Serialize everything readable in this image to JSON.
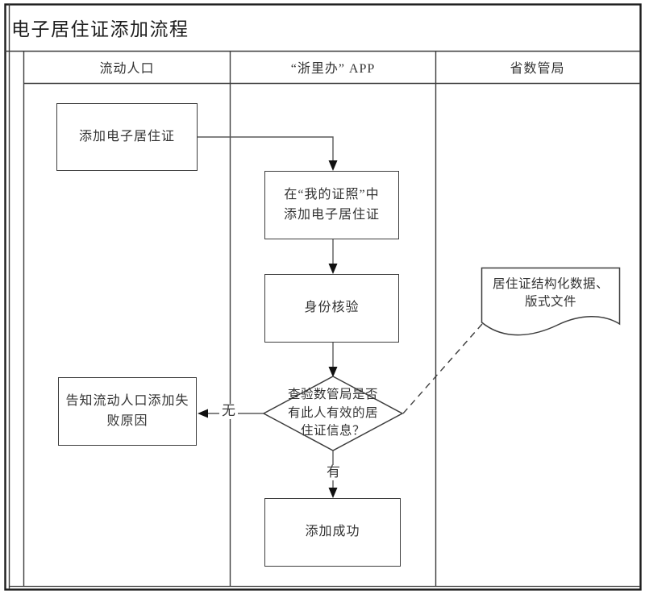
{
  "title": "电子居住证添加流程",
  "lanes": {
    "population": "流动人口",
    "app": "“浙里办” APP",
    "bureau": "省数管局"
  },
  "nodes": {
    "add_request": "添加电子居住证",
    "app_add": "在“我的证照”中\n添加电子居住证",
    "identity_check": "身份核验",
    "decision": "查验数管局是否\n有此人有效的居\n住证信息？",
    "fail_notice": "告知流动人口添加失\n败原因",
    "success": "添加成功",
    "data_document": "居住证结构化数据、\n版式文件"
  },
  "edge_labels": {
    "no": "无",
    "yes": "有"
  },
  "colors": {
    "frame": "#1c1c1c",
    "grid_line": "#4a4a4a",
    "connector": "#5a5a5a",
    "arrowhead": "#111111",
    "text": "#333333",
    "background": "#ffffff"
  }
}
